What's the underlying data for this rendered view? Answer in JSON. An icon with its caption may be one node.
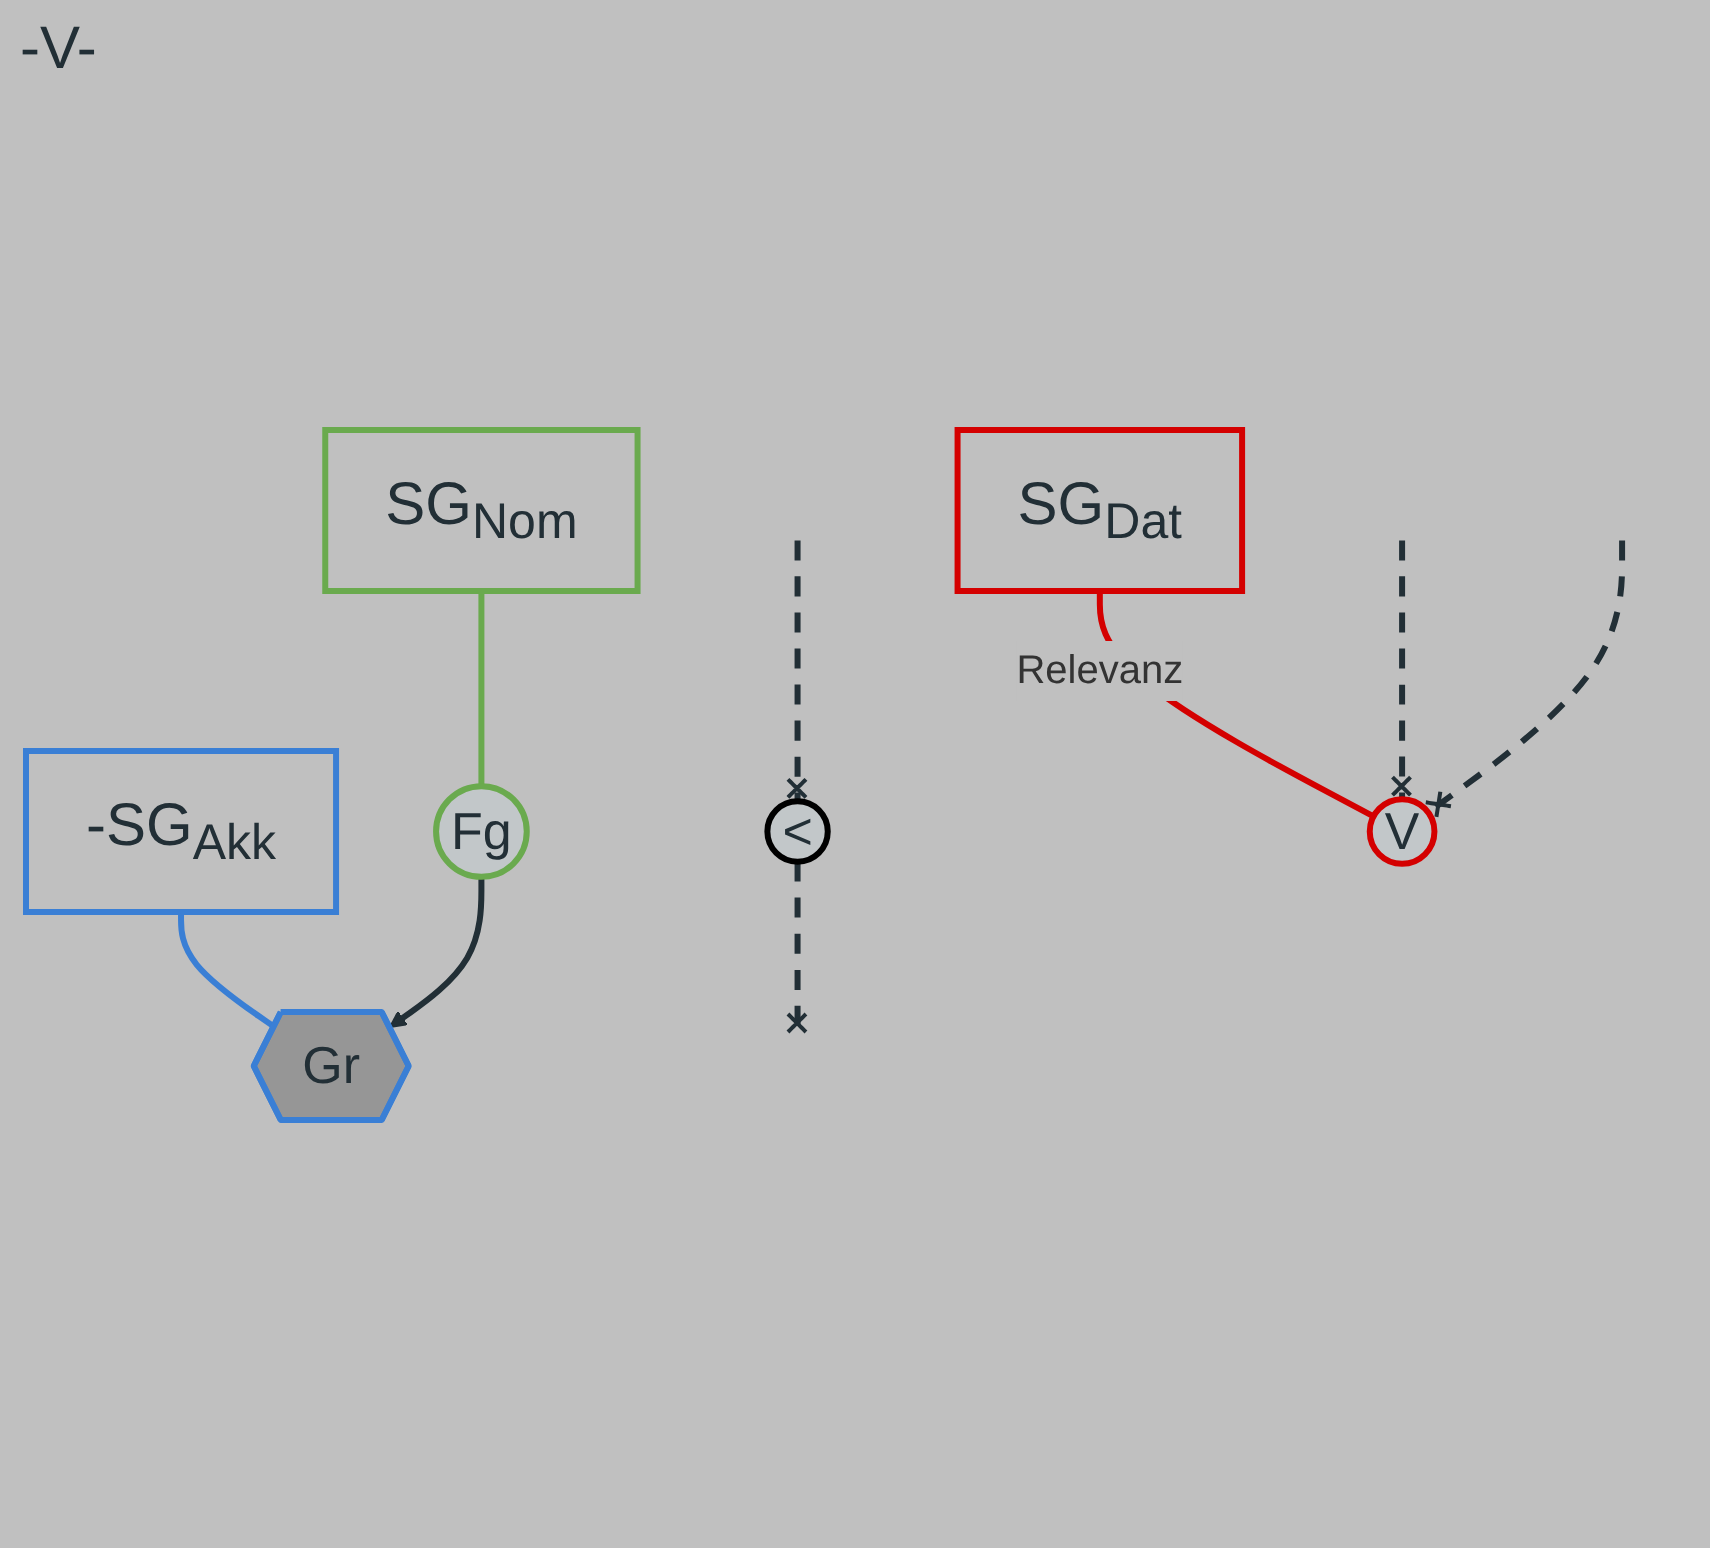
{
  "diagram": {
    "nodes": [
      {
        "text": [
          "SG$_{Nom}$"
        ]
      },
      {
        "text": [
          "SG$_{Dat}$"
        ]
      },
      {
        "text": [
          "-SG$_{Akk}$"
        ]
      },
      {
        "text": [
          "<"
        ]
      },
      {
        "text": [
          "Fg"
        ]
      },
      {
        "text": [
          "Gr"
        ]
      },
      {
        "text": [
          "V"
        ]
      }
    ],
    "edges": [
      {
        "from": 0,
        "to": 4,
        "arrow": "none",
        "color": "#6aaa4e"
      },
      {
        "from": 1,
        "to": 6,
        "arrow": "none",
        "label": "Relevanz",
        "color": "#d40000"
      },
      {
        "from": 2,
        "to": 5,
        "arrow": "none",
        "color": "#3a7fd5"
      },
      {
        "from": 4,
        "to": 5,
        "arrow": "to"
      },
      {
        "from": null,
        "to": 3,
        "arrow": "other",
        "style": "dashed"
      },
      {
        "from": 3,
        "to": null,
        "arrow": "other",
        "style": "dashed"
      },
      {
        "from": null,
        "to": 6,
        "arrow": "other",
        "style": "dashed"
      },
      {
        "from": null,
        "to": 6,
        "arrow": "other",
        "style": "dashed"
      }
    ],
    "labels": [
      "-V-"
    ]
  }
}
